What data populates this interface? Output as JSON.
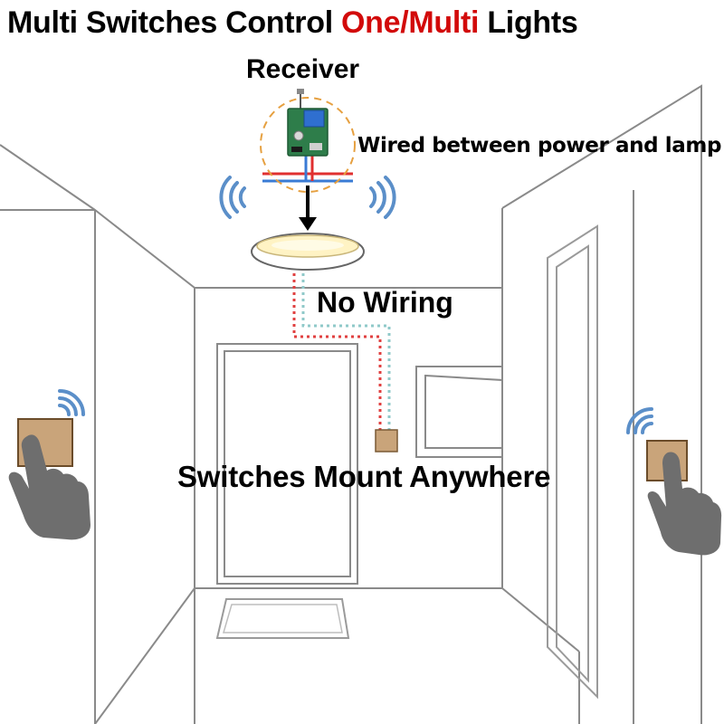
{
  "title": {
    "prefix": "Multi Switches Control ",
    "highlight": "One/Multi",
    "suffix": " Lights"
  },
  "labels": {
    "receiver": "Receiver",
    "wired": "Wired between power and lamp",
    "no_wiring": "No Wiring",
    "switches_mount": "Switches Mount Anywhere"
  },
  "colors": {
    "highlight": "#d20a0a",
    "wall_line": "#888888",
    "switch_plate": "#c9a47a",
    "signal_wave": "#5b8fc9",
    "receiver_board": "#2e7d4a",
    "wire_red": "#e03030",
    "wire_blue": "#3a7bd5",
    "dotted_red": "#e04040",
    "dotted_teal": "#8fc9c9",
    "lamp_glow": "#fff3c4",
    "hand": "#6e6e6e"
  },
  "icons": {
    "receiver": "relay-module-icon",
    "lamp": "ceiling-lamp-icon",
    "switch": "wall-switch-icon",
    "signal": "wifi-signal-icon",
    "hand": "pointing-hand-icon",
    "arrow": "down-arrow-icon"
  }
}
